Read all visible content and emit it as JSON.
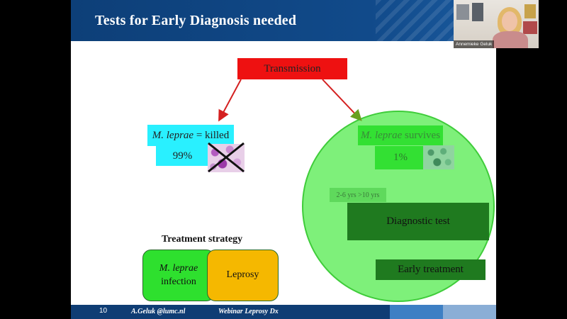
{
  "slide": {
    "title": "Tests for Early Diagnosis needed",
    "transmission": "Transmission",
    "killed": {
      "organism": "M. leprae",
      "suffix": " = killed",
      "percent": "99%"
    },
    "survives": {
      "organism": "M. leprae",
      "suffix": " survives",
      "percent": "1%"
    },
    "years": "2-6 yrs >10 yrs",
    "diagnostic_test": "Diagnostic test",
    "early_treatment": "Early treatment",
    "treatment_strategy": {
      "title": "Treatment strategy",
      "infection_organism": "M. leprae",
      "infection_label": "infection",
      "leprosy_label": "Leprosy"
    }
  },
  "footer": {
    "page_number": "10",
    "email": "A.Geluk @lumc.nl",
    "webinar": "Webinar Leprosy Dx"
  },
  "webcam": {
    "participant_name": "Annemieke Geluk"
  },
  "colors": {
    "header_blue": "#0d3f78",
    "transmission_red": "#ee1111",
    "killed_cyan": "#29f0ff",
    "circle_green": "#7ef07a",
    "dark_green": "#1f7a1f",
    "leprosy_orange": "#f5b800"
  },
  "icons": [
    "cross-icon",
    "arrow-left-down-icon",
    "arrow-right-down-icon"
  ]
}
